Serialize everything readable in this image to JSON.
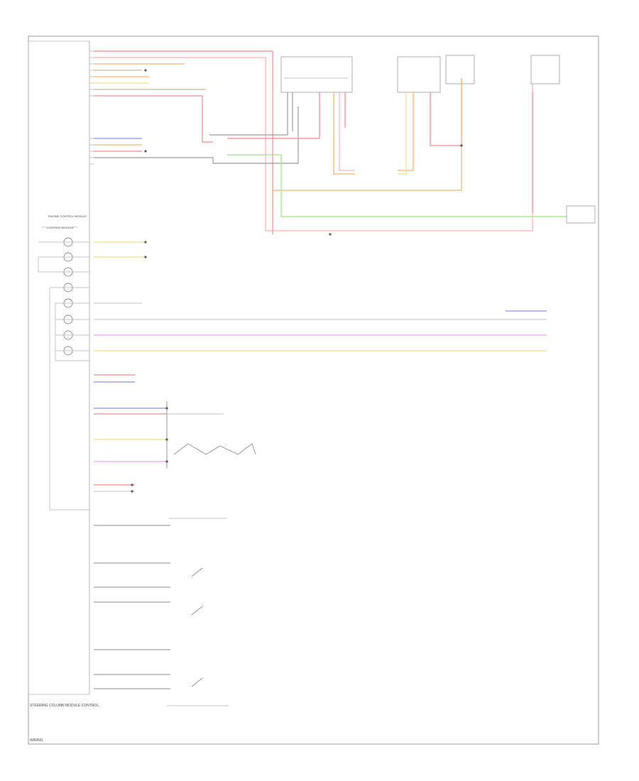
{
  "labels": {
    "ecm": "ENGINE CONTROL MODULE",
    "ecm_sub": "CONTROL MODULE",
    "bottom_module": "STEERING COLUMN MODULE CONTROL",
    "footer": "WIRING"
  },
  "colors": {
    "red": "#f08a8a",
    "orange": "#f2b070",
    "yellow": "#eee08a",
    "green": "#9fe08f",
    "blue": "#8e8ef0",
    "violet": "#e8a0f0",
    "gray": "#9a9a9a"
  }
}
